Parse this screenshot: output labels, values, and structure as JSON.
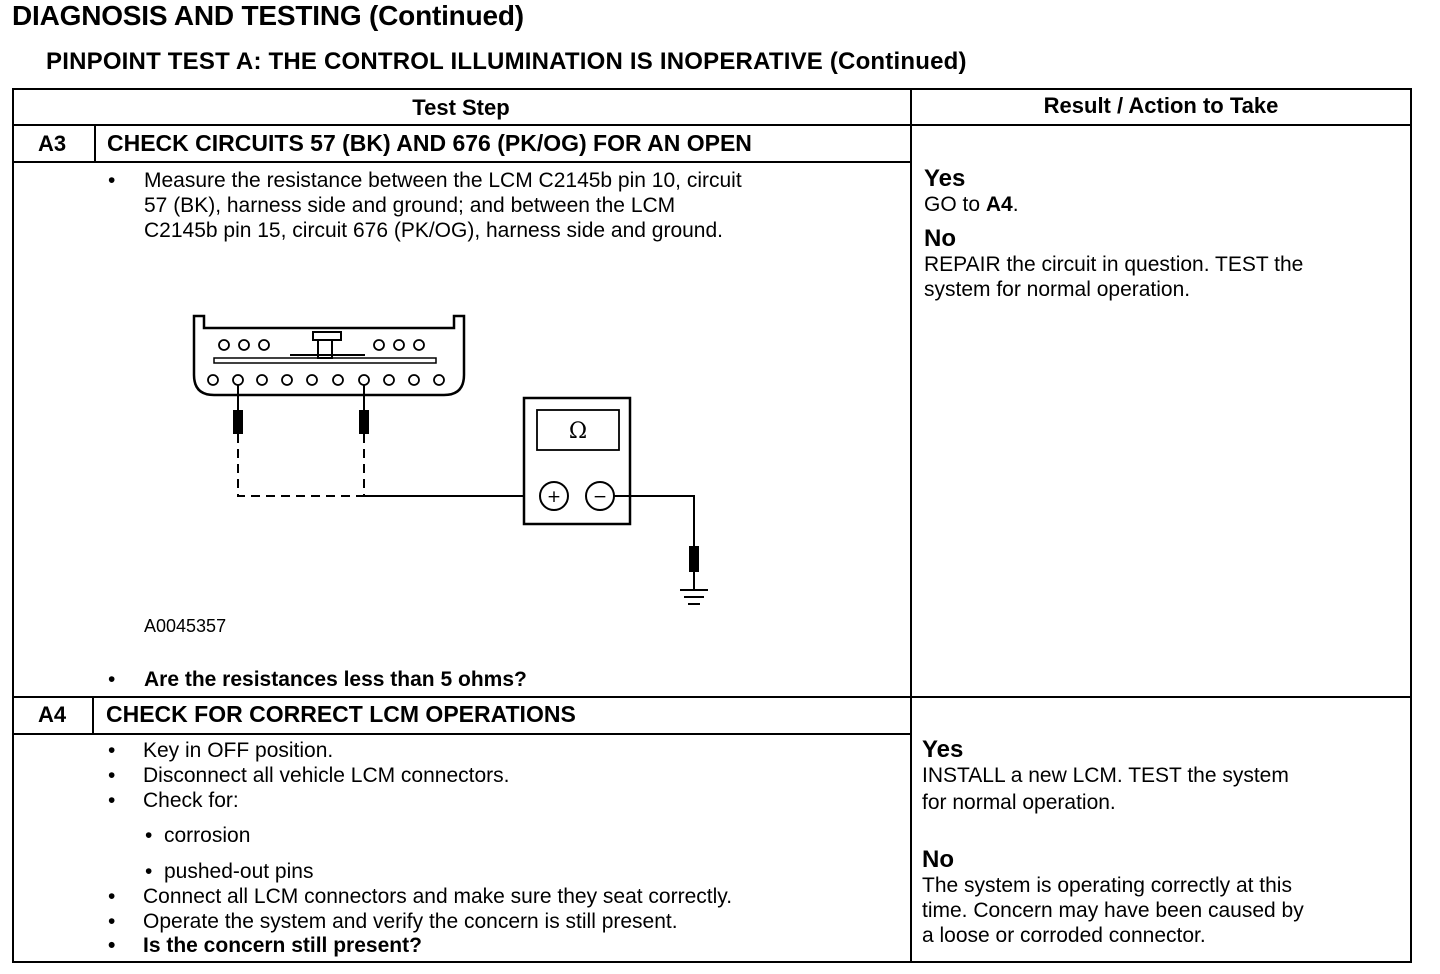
{
  "header": {
    "title": "DIAGNOSIS AND TESTING (Continued)",
    "subtitle": "PINPOINT TEST A: THE CONTROL ILLUMINATION IS INOPERATIVE (Continued)"
  },
  "table": {
    "col_test_step": "Test Step",
    "col_result": "Result / Action to Take"
  },
  "steps": [
    {
      "id": "A3",
      "title": "CHECK CIRCUITS 57 (BK) AND 676 (PK/OG) FOR AN OPEN",
      "instruction_lines": [
        "Measure the resistance between the LCM C2145b pin 10, circuit",
        "57 (BK), harness side and ground; and between the LCM",
        "C2145b pin 15, circuit 676 (PK/OG), harness side and ground."
      ],
      "figure_id": "A0045357",
      "meter_symbol": "Ω",
      "plus_symbol": "+",
      "minus_symbol": "−",
      "question": "Are the resistances less than 5 ohms?",
      "yes_label": "Yes",
      "yes_text_prefix": "GO to ",
      "yes_text_bold": "A4",
      "yes_text_suffix": ".",
      "no_label": "No",
      "no_lines": [
        "REPAIR the circuit in question. TEST the",
        "system for normal operation."
      ]
    },
    {
      "id": "A4",
      "title": "CHECK FOR CORRECT LCM OPERATIONS",
      "bullets_a": [
        "Key in OFF position.",
        "Disconnect all vehicle LCM connectors.",
        "Check for:"
      ],
      "sub_items": [
        "corrosion",
        "pushed-out pins"
      ],
      "bullets_b": [
        "Connect all LCM connectors and make sure they seat correctly.",
        "Operate the system and verify the concern is still present."
      ],
      "question": "Is the concern still present?",
      "yes_label": "Yes",
      "yes_lines": [
        "INSTALL a new LCM. TEST the system",
        "for normal operation."
      ],
      "no_label": "No",
      "no_lines": [
        "The system is operating correctly at this",
        "time. Concern may have been caused by",
        "a loose or corroded connector."
      ]
    }
  ],
  "bullet_char": "•",
  "sub_bullet_char": "•"
}
